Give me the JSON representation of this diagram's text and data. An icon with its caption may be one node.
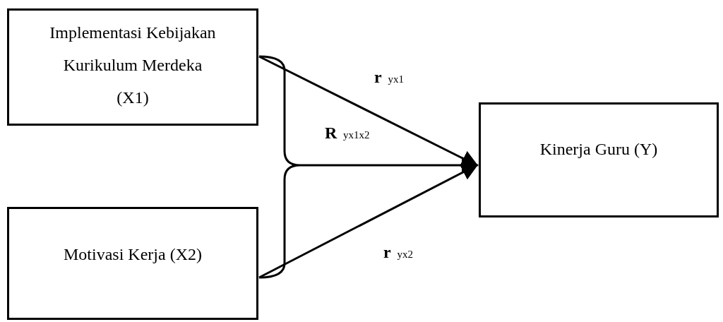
{
  "diagram": {
    "nodes": [
      {
        "text": [
          "Implementasi Kebijakan Kurikulum Merdeka (X1)"
        ]
      },
      {
        "text": [
          "Motivasi Kerja (X2)"
        ]
      },
      {
        "text": [
          "Kinerja Guru (Y)"
        ]
      }
    ],
    "edges": [
      {
        "from": 0,
        "to": 2,
        "arrow": "to",
        "label": "**r** yx1"
      },
      {
        "from": 1,
        "to": 2,
        "arrow": "to",
        "label": "**r** yx2"
      },
      {
        "from": 0,
        "to": 2,
        "arrow": "to",
        "label": "**R** yx1x2"
      },
      {
        "from": 1,
        "to": 2,
        "arrow": "to"
      }
    ]
  }
}
